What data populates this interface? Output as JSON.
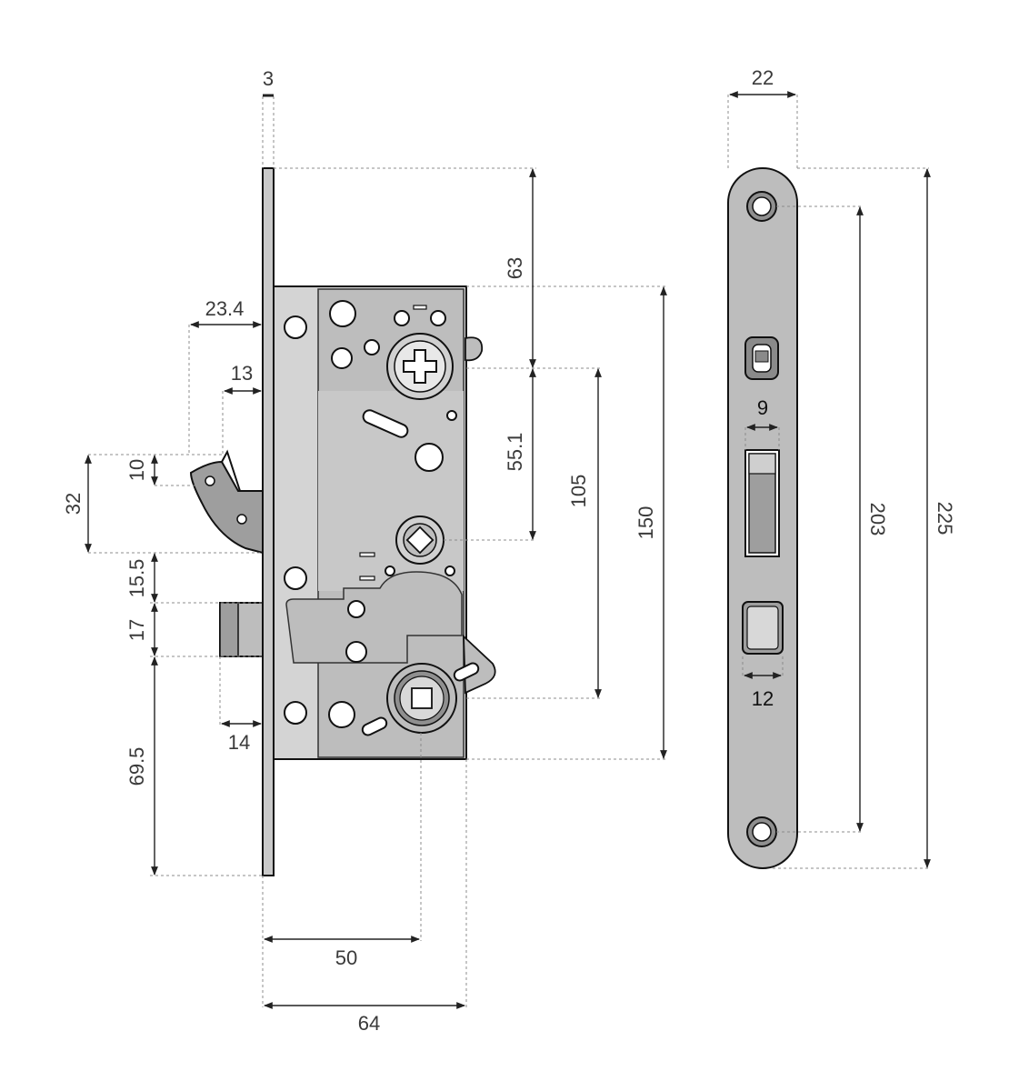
{
  "dimensions": {
    "faceplate_thickness": "3",
    "hook_projection": "23.4",
    "deadbolt_lip": "13",
    "hook_offset": "10",
    "hook_height": "32",
    "hook_to_latch_gap": "15.5",
    "latch_height": "17",
    "latch_to_bottom": "69.5",
    "latch_projection": "14",
    "top_to_case": "63",
    "spindle_offset": "55.1",
    "cylinder_to_spindle": "105",
    "case_height": "150",
    "backset": "50",
    "case_depth": "64",
    "faceplate_width": "22",
    "hook_slot_width": "9",
    "latch_width": "12",
    "screw_centers": "203",
    "faceplate_length": "225"
  },
  "colors": {
    "plate": "#c9c9c9",
    "case": "#bdbdbd",
    "case_light": "#d8d8d8",
    "outline": "#111111",
    "dash": "#8c8c8c"
  }
}
